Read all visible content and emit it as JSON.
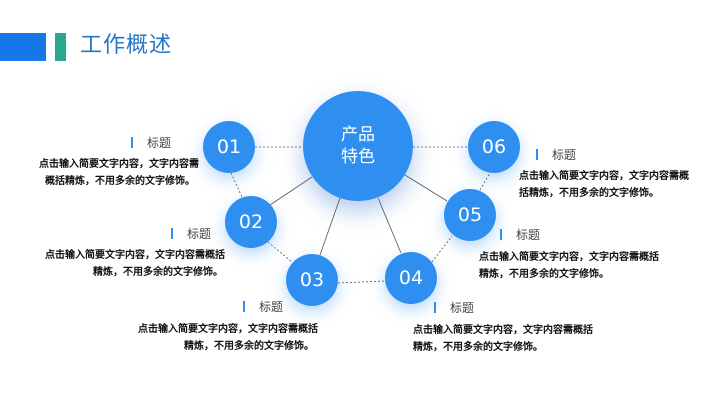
{
  "header": {
    "title": "工作概述"
  },
  "center": {
    "line1": "产品",
    "line2": "特色"
  },
  "colors": {
    "accent": "#2f8ff0",
    "header_blue": "#1677e8",
    "header_teal": "#2aa88f",
    "title": "#2476c7"
  },
  "items": [
    {
      "num": "01",
      "title": "标题",
      "desc1": "点击输入简要文字内容，文字内容需",
      "desc2": "概括精炼，不用多余的文字修饰。"
    },
    {
      "num": "02",
      "title": "标题",
      "desc1": "点击输入简要文字内容，文字内容需概括",
      "desc2": "精炼，不用多余的文字修饰。"
    },
    {
      "num": "03",
      "title": "标题",
      "desc1": "点击输入简要文字内容，文字内容需概括",
      "desc2": "精炼，不用多余的文字修饰。"
    },
    {
      "num": "04",
      "title": "标题",
      "desc1": "点击输入简要文字内容，文字内容需概括",
      "desc2": "精炼，不用多余的文字修饰。"
    },
    {
      "num": "05",
      "title": "标题",
      "desc1": "点击输入简要文字内容，文字内容需概括",
      "desc2": "精炼，不用多余的文字修饰。"
    },
    {
      "num": "06",
      "title": "标题",
      "desc1": "点击输入简要文字内容，文字内容需概",
      "desc2": "括精炼，不用多余的文字修饰。"
    }
  ]
}
